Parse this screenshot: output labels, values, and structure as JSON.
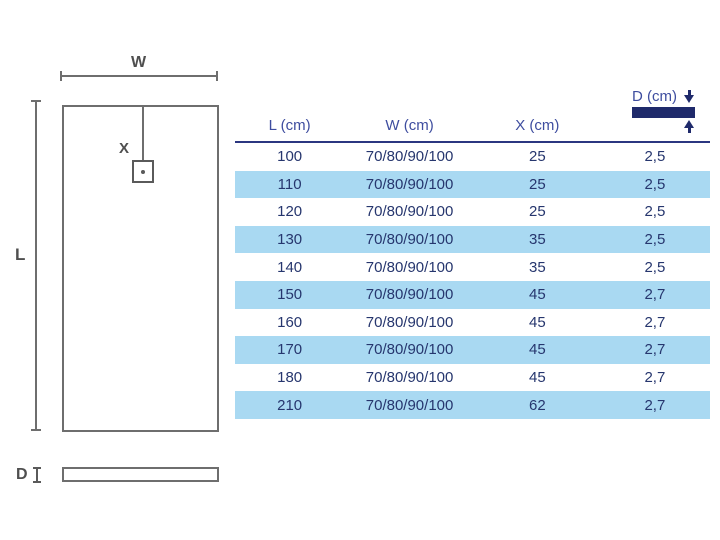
{
  "diagram": {
    "width_label": "W",
    "length_label": "L",
    "drain_label": "X",
    "depth_label": "D"
  },
  "table": {
    "headers": [
      "L (cm)",
      "W (cm)",
      "X (cm)",
      "D (cm)"
    ],
    "rows": [
      {
        "l": "100",
        "w": "70/80/90/100",
        "x": "25",
        "d": "2,5"
      },
      {
        "l": "110",
        "w": "70/80/90/100",
        "x": "25",
        "d": "2,5"
      },
      {
        "l": "120",
        "w": "70/80/90/100",
        "x": "25",
        "d": "2,5"
      },
      {
        "l": "130",
        "w": "70/80/90/100",
        "x": "35",
        "d": "2,5"
      },
      {
        "l": "140",
        "w": "70/80/90/100",
        "x": "35",
        "d": "2,5"
      },
      {
        "l": "150",
        "w": "70/80/90/100",
        "x": "45",
        "d": "2,7"
      },
      {
        "l": "160",
        "w": "70/80/90/100",
        "x": "45",
        "d": "2,7"
      },
      {
        "l": "170",
        "w": "70/80/90/100",
        "x": "45",
        "d": "2,7"
      },
      {
        "l": "180",
        "w": "70/80/90/100",
        "x": "45",
        "d": "2,7"
      },
      {
        "l": "210",
        "w": "70/80/90/100",
        "x": "62",
        "d": "2,7"
      }
    ]
  },
  "colors": {
    "background": "#ffffff",
    "accent_navy": "#1f2a6b",
    "rule_navy": "#2b3680",
    "header_blue": "#3e4d9f",
    "data_navy": "#26366e",
    "row_stripe_blue": "#a9d9f2",
    "diagram_gray": "#6e6e6e",
    "label_gray": "#4f4f4f"
  }
}
